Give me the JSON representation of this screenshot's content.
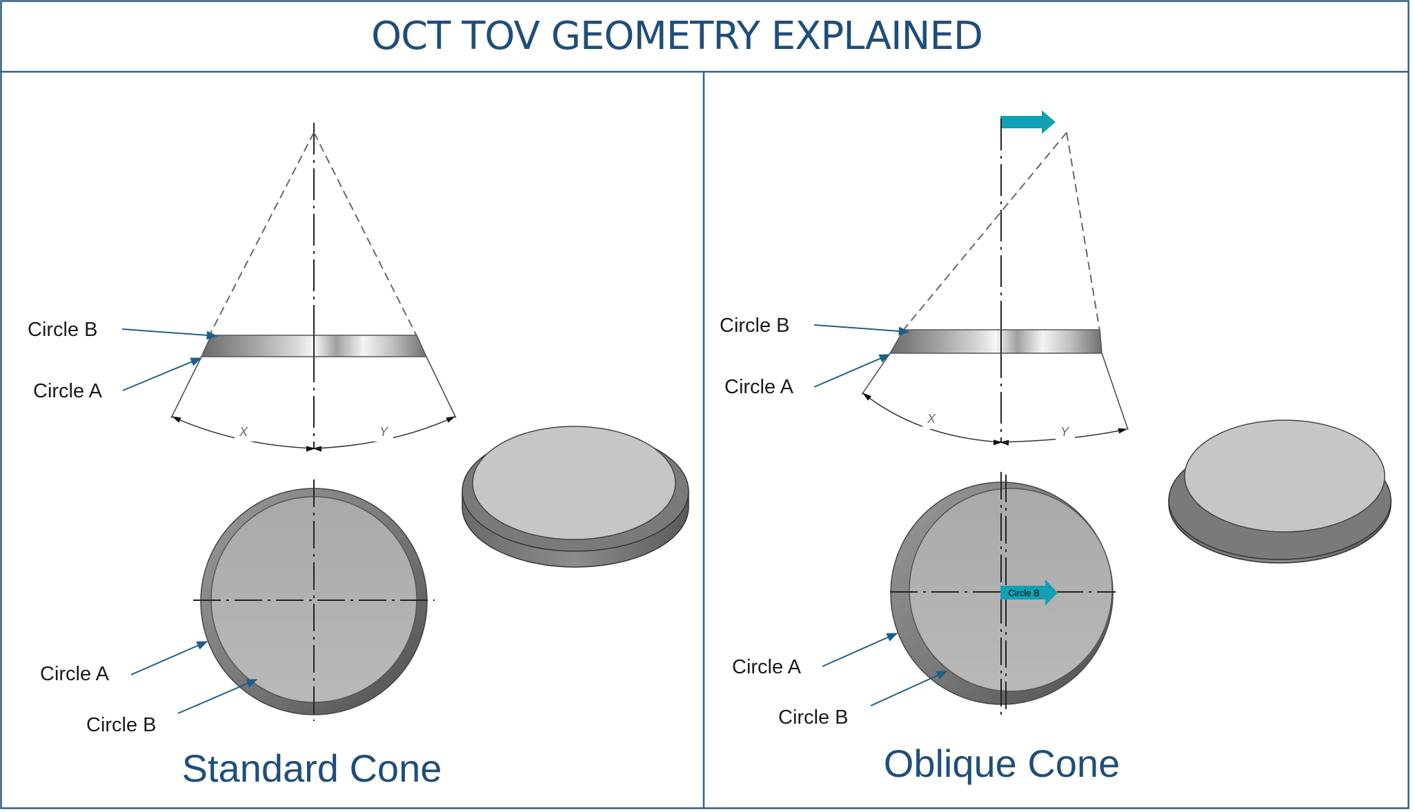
{
  "title": "OCT TOV GEOMETRY EXPLAINED",
  "colors": {
    "title": "#1f4e79",
    "border": "#2e5f8a",
    "leader": "#1f5e8a",
    "accent_arrow": "#14a0b4",
    "disc_dark": "#6e6e6e",
    "disc_light": "#c4c4c4"
  },
  "standard_panel": {
    "caption": "Standard Cone",
    "side_view": {
      "label_top": "Circle B",
      "label_bottom": "Circle A",
      "dim_left": "X",
      "dim_right": "Y"
    },
    "top_view": {
      "label_outer": "Circle A",
      "label_inner": "Circle B"
    }
  },
  "oblique_panel": {
    "caption": "Oblique Cone",
    "side_view": {
      "label_top": "Circle B",
      "label_bottom": "Circle A",
      "dim_left": "X",
      "dim_right": "Y"
    },
    "top_view": {
      "label_outer": "Circle A",
      "label_inner": "Circle B",
      "arrow_label": "Circle B"
    }
  }
}
